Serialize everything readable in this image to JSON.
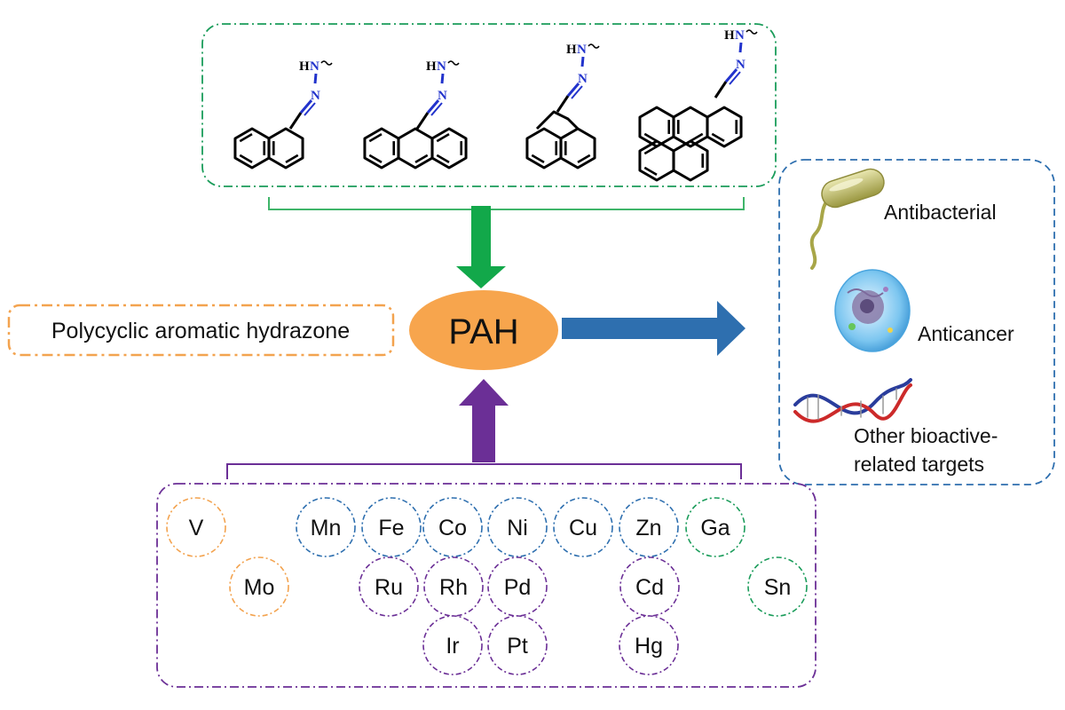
{
  "hydrazone_label": "Polycyclic aromatic hydrazone",
  "center_label": "PAH",
  "hydrazone_atoms": {
    "h": "H",
    "n": "N"
  },
  "applications": [
    {
      "lines": [
        "Antibacterial"
      ]
    },
    {
      "lines": [
        "Anticancer"
      ]
    },
    {
      "lines": [
        "Other bioactive-",
        "related targets"
      ]
    }
  ],
  "metals": {
    "row1": [
      "V",
      "Mn",
      "Fe",
      "Co",
      "Ni",
      "Cu",
      "Zn",
      "Ga"
    ],
    "row2": [
      "Mo",
      "Ru",
      "Rh",
      "Pd",
      "Cd",
      "Sn"
    ],
    "row3": [
      "Ir",
      "Pt",
      "Hg"
    ]
  },
  "colors": {
    "green": "#1a9c5a",
    "green_arrow": "#12a84a",
    "blue": "#2e6faf",
    "purple": "#6b2f96",
    "orange": "#f3a34f",
    "nitrogen": "#2233cc",
    "bacterium": "#b6b360",
    "dna_red": "#cc2a2a",
    "dna_blue": "#2a3d9c"
  }
}
